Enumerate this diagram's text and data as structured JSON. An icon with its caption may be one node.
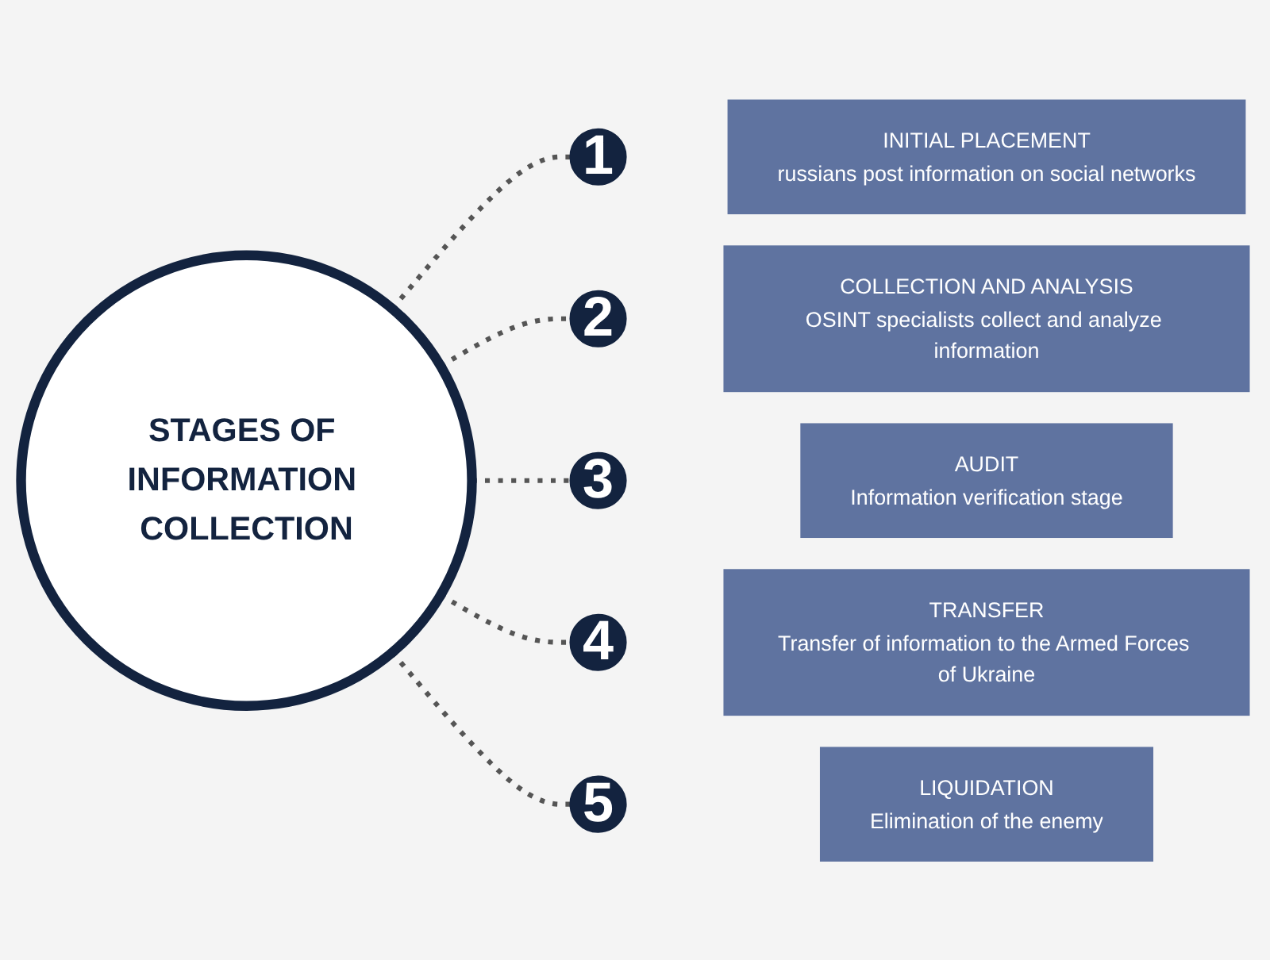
{
  "diagram": {
    "nodes": [
      {
        "text": [
          "STAGES OF INFORMATION COLLECTION"
        ]
      },
      {
        "text": [
          "1"
        ]
      },
      {
        "text": [
          "INITIAL PLACEMENT",
          "russians post information on social networks"
        ]
      },
      {
        "text": [
          "2"
        ]
      },
      {
        "text": [
          "COLLECTION AND ANALYSIS",
          "OSINT specialists collect and analyze information"
        ]
      },
      {
        "text": [
          "3"
        ]
      },
      {
        "text": [
          "AUDIT",
          "Information verification stage"
        ]
      },
      {
        "text": [
          "4"
        ]
      },
      {
        "text": [
          "TRANSFER",
          "Transfer of information to the Armed Forces of Ukraine"
        ]
      },
      {
        "text": [
          "5"
        ]
      },
      {
        "text": [
          "LIQUIDATION",
          "Elimination of the enemy"
        ]
      }
    ],
    "edges": [
      {
        "from": 0,
        "to": 1,
        "arrow": "none",
        "style": "dashed"
      },
      {
        "from": 0,
        "to": 3,
        "arrow": "none",
        "style": "dashed"
      },
      {
        "from": 0,
        "to": 5,
        "arrow": "none",
        "style": "dashed"
      },
      {
        "from": 0,
        "to": 7,
        "arrow": "none",
        "style": "dashed"
      },
      {
        "from": 0,
        "to": 9,
        "arrow": "none",
        "style": "dashed"
      }
    ]
  }
}
